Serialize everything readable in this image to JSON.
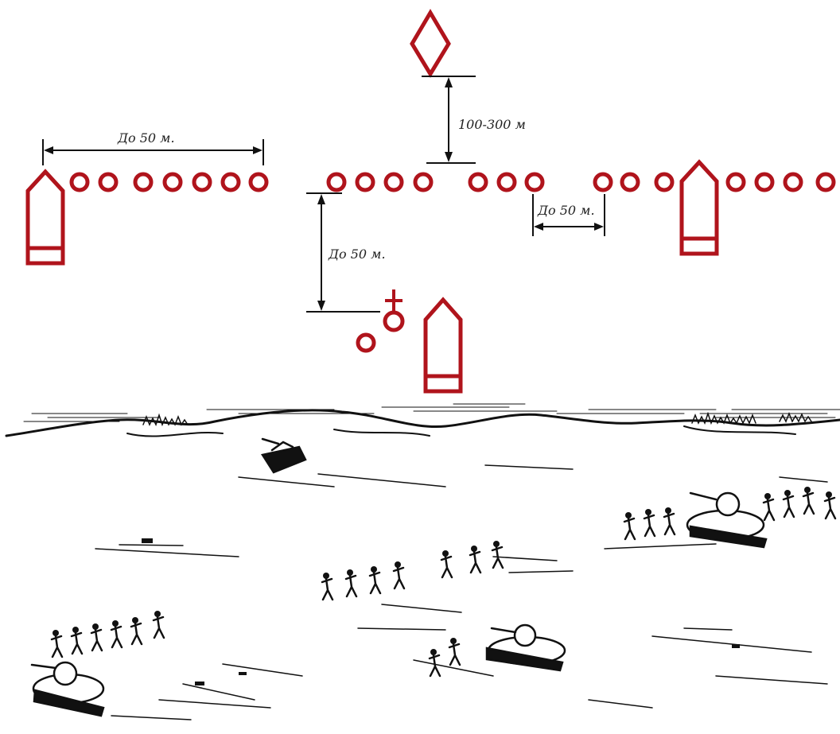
{
  "diagram": {
    "labels": {
      "top_spacing": "До 50 м.",
      "depth_interval": "100-300 м",
      "right_spacing": "До 50 м.",
      "left_depth": "До 50 м."
    },
    "colors": {
      "symbols": "#b0141c",
      "dimension_lines": "#111111",
      "background": "#ffffff"
    },
    "symbols": {
      "soldier_icon": "circle",
      "tank_icon": "vehicle-shell",
      "observation_post_icon": "diamond",
      "commander_icon": "circle-with-cross"
    },
    "illustration": {
      "description_icons": [
        "tank-icon",
        "infantry-icon",
        "hill-icon"
      ]
    }
  }
}
